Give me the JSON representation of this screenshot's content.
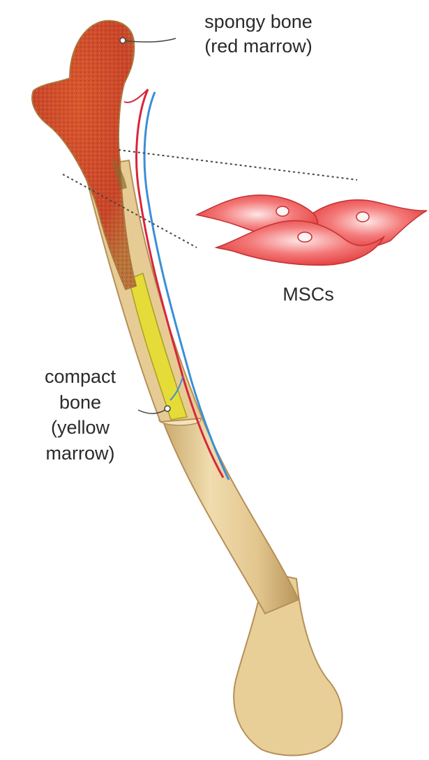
{
  "labels": {
    "spongy": "spongy bone\n(red marrow)",
    "mscs": "MSCs",
    "compact": "compact\nbone\n(yellow\nmarrow)"
  },
  "colors": {
    "bone": "#e8cf98",
    "bone_shadow": "#c9a86a",
    "red_marrow": "#d4502a",
    "yellow_marrow": "#e5db39",
    "cell_fill": "#f05a5a",
    "artery": "#d8263a",
    "vein": "#3a8fd6",
    "leader_line": "#444444"
  }
}
